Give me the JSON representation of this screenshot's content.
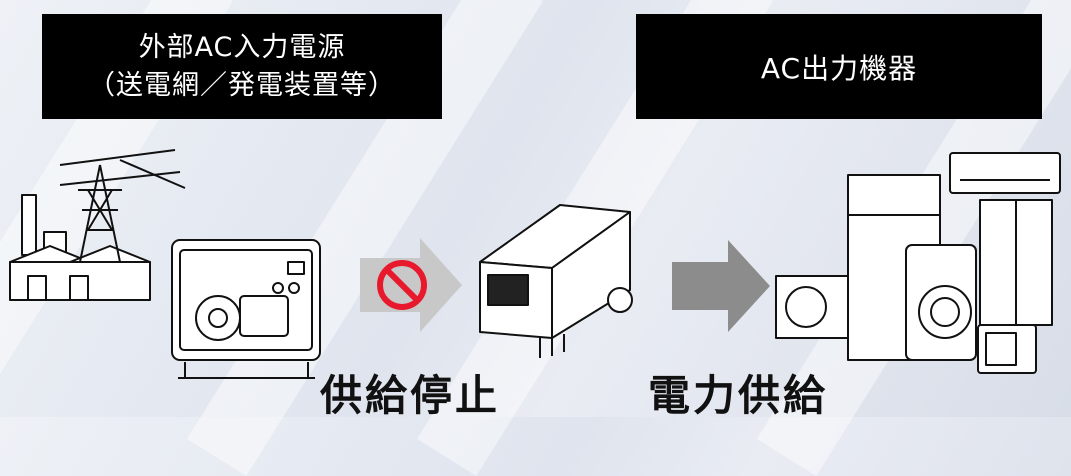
{
  "input_source": {
    "title": "外部AC入力電源",
    "subtitle": "（送電網／発電装置等）"
  },
  "output_devices": {
    "title": "AC出力機器"
  },
  "captions": {
    "supply_stopped": "供給停止",
    "power_supply": "電力供給"
  },
  "colors": {
    "prohibited": "#e8192c",
    "arrow": "#8c8c8c",
    "label_bg": "#000000"
  }
}
